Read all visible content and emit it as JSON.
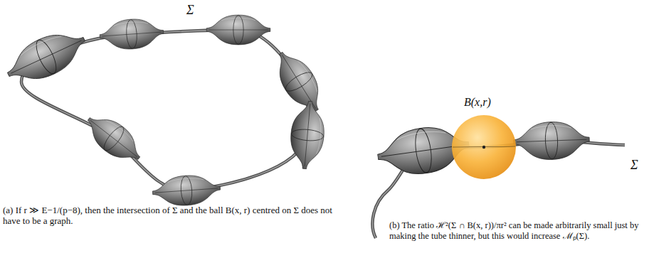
{
  "diagram": {
    "labels": [
      "Σ",
      "(a) If r ≫ E−1/(p−8), then the intersection of Σ and the ball B(x, r) centred on Σ does not have to be a graph.",
      "B(x,r)",
      "Σ",
      "(b) The ratio ℋ²(Σ ∩ B(x, r))/πr² can be made arbitrarily small just by making the tube thinner, but this would increase ℳₚ(Σ)."
    ]
  }
}
